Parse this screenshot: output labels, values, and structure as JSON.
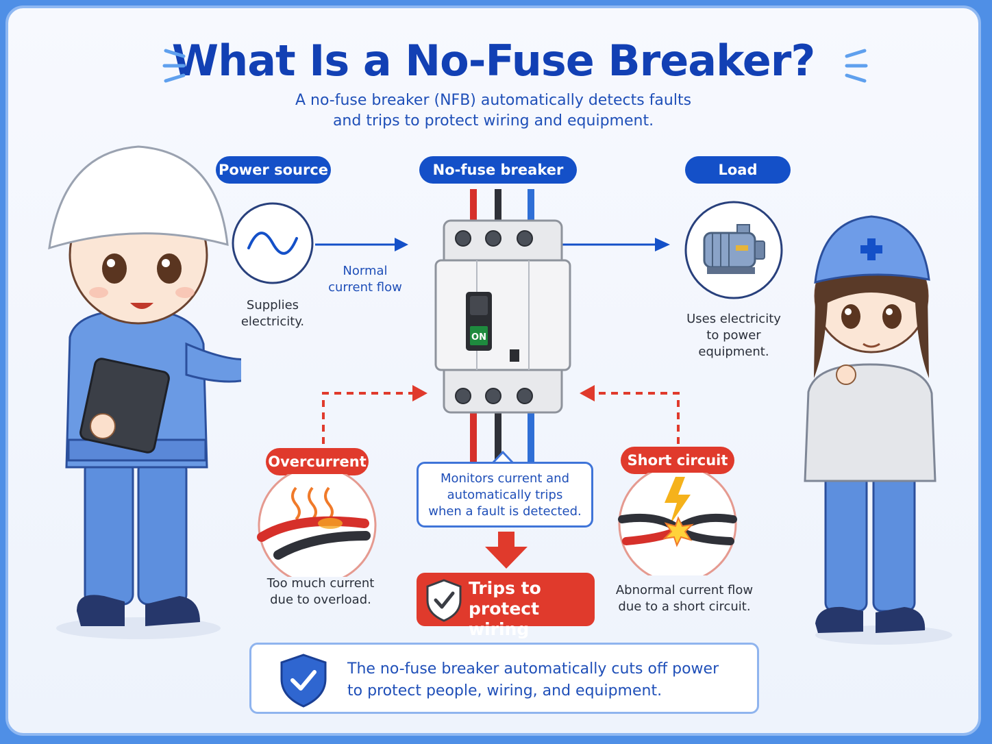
{
  "title": "What Is a No-Fuse Breaker?",
  "subtitle": {
    "line1": "A no-fuse breaker (NFB) automatically detects faults",
    "line2": "and trips to protect wiring and equipment."
  },
  "labels": {
    "power_source": "Power source",
    "breaker": "No-fuse breaker",
    "load": "Load",
    "overcurrent": "Overcurrent",
    "short_circuit": "Short circuit"
  },
  "captions": {
    "power_line1": "Supplies",
    "power_line2": "electricity.",
    "flow_line1": "Normal",
    "flow_line2": "current flow",
    "load_line1": "Uses electricity",
    "load_line2": "to power equipment.",
    "over_line1": "Too much current",
    "over_line2": "due to overload.",
    "short_line1": "Abnormal current flow",
    "short_line2": "due to a short circuit."
  },
  "breaker_switch_text": "ON",
  "monitor": {
    "line1": "Monitors current and",
    "line2": "automatically trips",
    "line3": "when a fault is detected."
  },
  "trip": {
    "line1": "Trips to",
    "line2": "protect wiring"
  },
  "summary": {
    "line1": "The no-fuse breaker automatically cuts off power",
    "line2": "to protect people, wiring, and equipment."
  },
  "colors": {
    "primary_blue": "#1450c8",
    "alert_red": "#e03a2c",
    "title_blue": "#1240b4"
  },
  "icons": [
    "sine-wave-icon",
    "motor-icon",
    "heat-waves-icon",
    "lightning-icon",
    "spark-icon",
    "check-shield-icon",
    "down-arrow-icon"
  ]
}
